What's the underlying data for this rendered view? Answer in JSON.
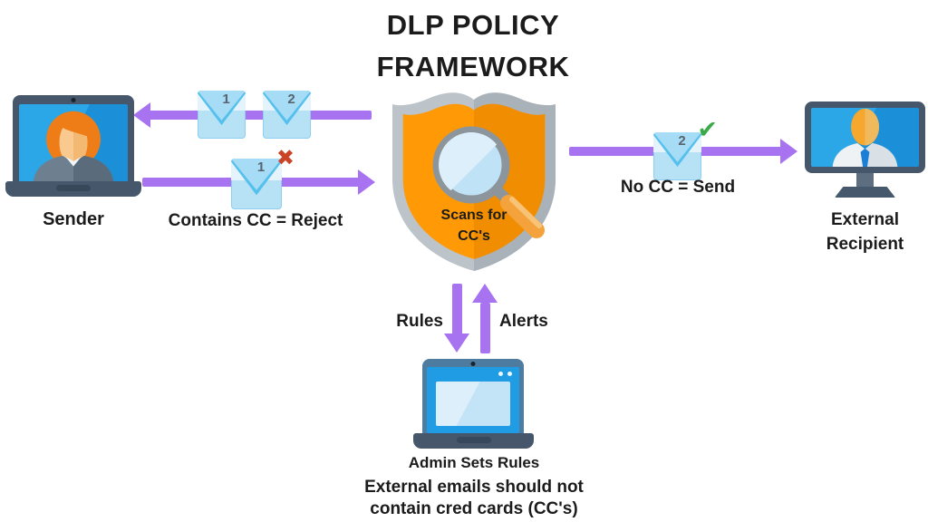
{
  "title": {
    "line1": "DLP POLICY",
    "line2": "FRAMEWORK"
  },
  "sender": {
    "label": "Sender"
  },
  "shield": {
    "line1": "Scans for",
    "line2": "CC's"
  },
  "recipient": {
    "line1": "External",
    "line2": "Recipient"
  },
  "admin": {
    "label": "Admin Sets Rules",
    "note1": "External emails should not",
    "note2": "contain cred cards (CC's)"
  },
  "flows": {
    "return": {
      "env1_num": "1",
      "env2_num": "2"
    },
    "outbound": {
      "env_num": "1",
      "reject_icon": "✖",
      "label": "Contains CC = Reject"
    },
    "deliver": {
      "env_num": "2",
      "approve_icon": "✔",
      "label": "No CC = Send"
    },
    "rules_label": "Rules",
    "alerts_label": "Alerts"
  },
  "colors": {
    "arrow_purple": "#a873f0",
    "shield_border": "#bcc3c9",
    "shield_border_dark": "#a9b1b9",
    "shield_orange": "#ff9a06",
    "shield_orange_dark": "#f18d00",
    "screen_blue": "#2196dc",
    "device_slate": "#46576b",
    "admin_bezel": "#4e7ca0",
    "envelope_blue": "#b7e2f6",
    "reject_red": "#cb4326",
    "approve_green": "#3caa4b",
    "text": "#1b1b1b"
  }
}
